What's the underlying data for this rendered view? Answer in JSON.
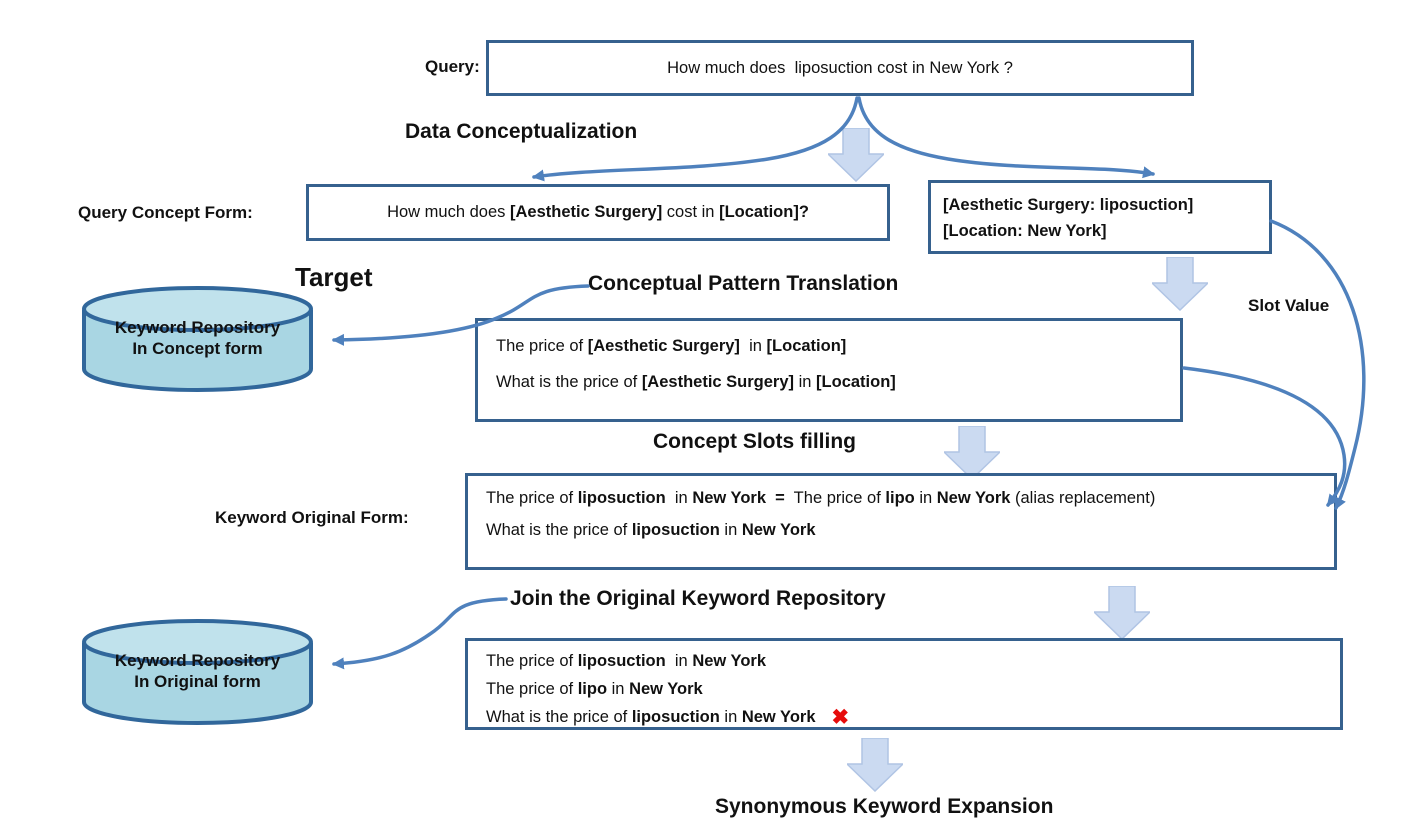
{
  "colors": {
    "box_border": "#36618e",
    "arrow_blue": "#4f81bd",
    "block_arrow_fill": "#cbdaf1",
    "block_arrow_stroke": "#b0c4e4",
    "cylinder_body": "#a9d6e3",
    "cylinder_top": "#c0e2ec",
    "cylinder_border": "#31679b",
    "reject_red": "#e60c0c"
  },
  "labels": {
    "query": "Query:",
    "data_conceptualization": "Data Conceptualization",
    "query_concept_form": "Query Concept Form:",
    "target": "Target",
    "conceptual_pattern_translation": "Conceptual Pattern Translation",
    "slot_value": "Slot Value",
    "concept_slots_filling": "Concept Slots filling",
    "keyword_original_form": "Keyword Original Form:",
    "join_original_keyword_repository": "Join the Original Keyword Repository",
    "synonymous_keyword_expansion": "Synonymous Keyword Expansion"
  },
  "boxes": {
    "query": {
      "text": "How much does  liposuction cost in New York ?"
    },
    "query_concept_form": {
      "line": [
        {
          "t": "How much does "
        },
        {
          "t": "[Aesthetic Surgery]",
          "b": true
        },
        {
          "t": " cost in "
        },
        {
          "t": "[Location]?",
          "b": true
        }
      ]
    },
    "slot_values": {
      "lines": [
        [
          {
            "t": "[Aesthetic Surgery: liposuction]",
            "b": true
          }
        ],
        [
          {
            "t": "[Location: New York]",
            "b": true
          }
        ]
      ]
    },
    "conceptual_patterns": {
      "lines": [
        [
          {
            "t": "The price of "
          },
          {
            "t": "[Aesthetic Surgery]",
            "b": true
          },
          {
            "t": "  in "
          },
          {
            "t": "[Location]",
            "b": true
          }
        ],
        [
          {
            "t": "What is the price of "
          },
          {
            "t": "[Aesthetic Surgery]",
            "b": true
          },
          {
            "t": " in "
          },
          {
            "t": "[Location]",
            "b": true
          }
        ]
      ]
    },
    "keyword_original_form": {
      "lines": [
        [
          {
            "t": "The price of "
          },
          {
            "t": "liposuction",
            "b": true
          },
          {
            "t": "  in "
          },
          {
            "t": "New York",
            "b": true
          },
          {
            "t": "  "
          },
          {
            "t": "=",
            "b": true
          },
          {
            "t": "  The price of "
          },
          {
            "t": "lipo",
            "b": true
          },
          {
            "t": " in "
          },
          {
            "t": "New York",
            "b": true
          },
          {
            "t": " (alias replacement)"
          }
        ],
        [
          {
            "t": "What is the price of "
          },
          {
            "t": "liposuction",
            "b": true
          },
          {
            "t": " in "
          },
          {
            "t": "New York",
            "b": true
          }
        ]
      ]
    },
    "original_repository_join": {
      "lines": [
        [
          {
            "t": "The price of "
          },
          {
            "t": "liposuction",
            "b": true
          },
          {
            "t": "  in "
          },
          {
            "t": "New York",
            "b": true
          }
        ],
        [
          {
            "t": "The price of "
          },
          {
            "t": "lipo",
            "b": true
          },
          {
            "t": " in "
          },
          {
            "t": "New York",
            "b": true
          }
        ],
        [
          {
            "t": "What is the price of "
          },
          {
            "t": "liposuction",
            "b": true
          },
          {
            "t": " in "
          },
          {
            "t": "New York",
            "b": true
          }
        ]
      ],
      "reject_icon": "✖"
    }
  },
  "cylinders": {
    "concept": {
      "line1": "Keyword Repository",
      "line2": "In Concept form"
    },
    "original": {
      "line1": "Keyword Repository",
      "line2": "In Original form"
    }
  }
}
